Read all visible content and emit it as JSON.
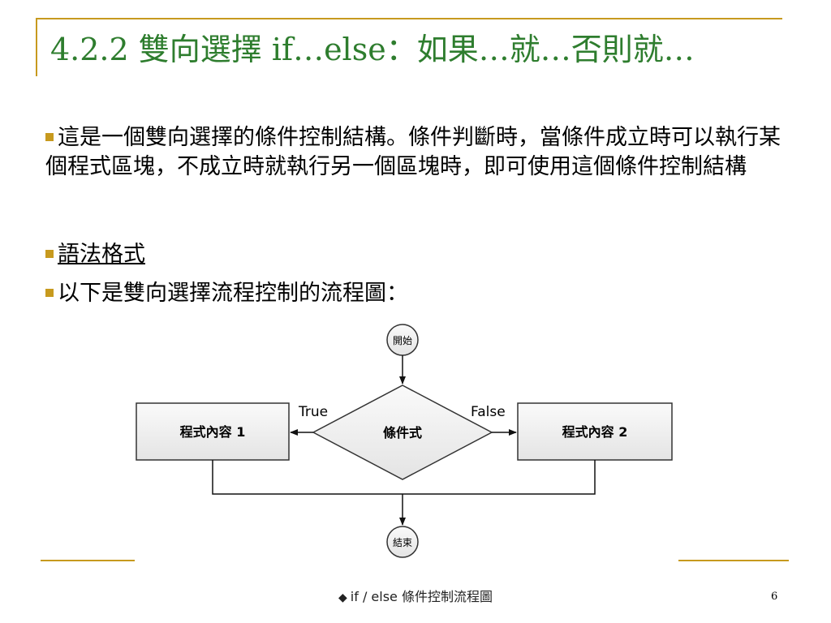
{
  "slide": {
    "title": "4.2.2  雙向選擇 if…else：如果…就…否則就…",
    "bullets": [
      "這是一個雙向選擇的條件控制結構。條件判斷時，當條件成立時可以執行某個程式區塊，不成立時就執行另一個區塊時，即可使用這個條件控制結構",
      "語法格式",
      "以下是雙向選擇流程控制的流程圖："
    ],
    "accent_color": "#c79a1e",
    "title_color": "#2e7d2e",
    "page_number": "6"
  },
  "flowchart": {
    "start_label": "開始",
    "condition_label": "條件式",
    "true_label": "True",
    "false_label": "False",
    "left_box_label": "程式內容 1",
    "right_box_label": "程式內容 2",
    "end_label": "結束"
  },
  "caption": {
    "bullet_icon": "diamond-bullet-icon",
    "text": "if / else  條件控制流程圖"
  }
}
